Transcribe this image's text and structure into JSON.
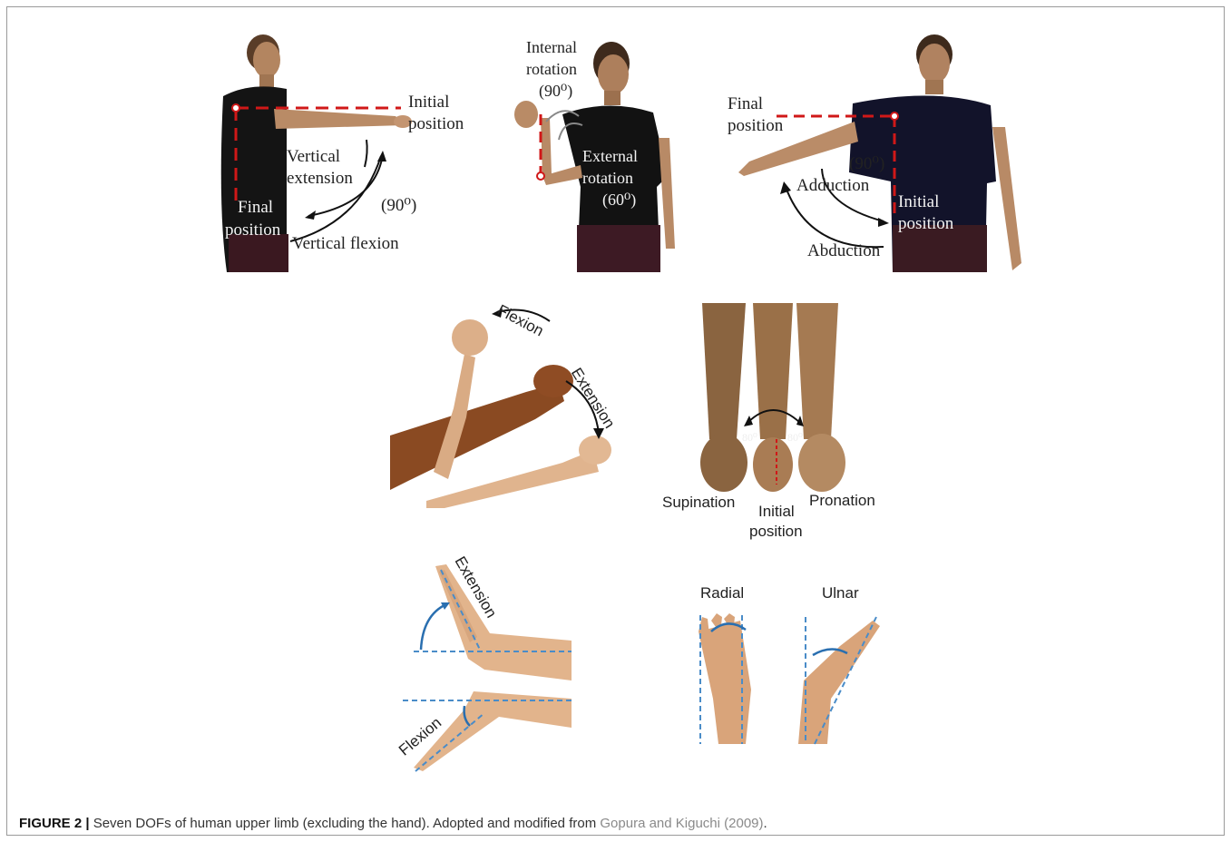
{
  "figure": {
    "caption": {
      "tag": "FIGURE 2 |",
      "text": " Seven DOFs of human upper limb (excluding the hand). Adopted and modified from ",
      "ref": "Gopura and Kiguchi (2009)",
      "end": "."
    },
    "panel_shoulder_vertical": {
      "initial": "Initial",
      "position1": "position",
      "vertical": "Vertical",
      "extension": "extension",
      "final": "Final",
      "position2": "position",
      "angle": "(90⁰)",
      "vertical_flexion": "Vertical flexion"
    },
    "panel_shoulder_rotation": {
      "internal": "Internal",
      "rotation1": "rotation",
      "angle1": "(90⁰)",
      "external": "External",
      "rotation2": "rotation",
      "angle2": "(60⁰)"
    },
    "panel_shoulder_abduction": {
      "final": "Final",
      "position1": "position",
      "angle": "(90⁰)",
      "adduction": "Adduction",
      "initial": "Initial",
      "position2": "position",
      "abduction": "Abduction"
    },
    "panel_elbow": {
      "flexion": "Flexion",
      "extension": "Extension"
    },
    "panel_forearm": {
      "angle_left": "80⁰",
      "angle_right": "80⁰",
      "supination": "Supination",
      "initial": "Initial",
      "position": "position",
      "pronation": "Pronation"
    },
    "panel_wrist_flex": {
      "extension": "Extension",
      "flexion": "Flexion"
    },
    "panel_wrist_dev": {
      "radial": "Radial",
      "ulnar": "Ulnar"
    }
  },
  "colors": {
    "border": "#9a9a9a",
    "shirt": "#151515",
    "skin": "#c99a72",
    "skin_dark": "#7a4e2c",
    "red_dash": "#d01818",
    "guide_blue": "#4a8cc8",
    "caption_ref": "#8a8a8a"
  }
}
